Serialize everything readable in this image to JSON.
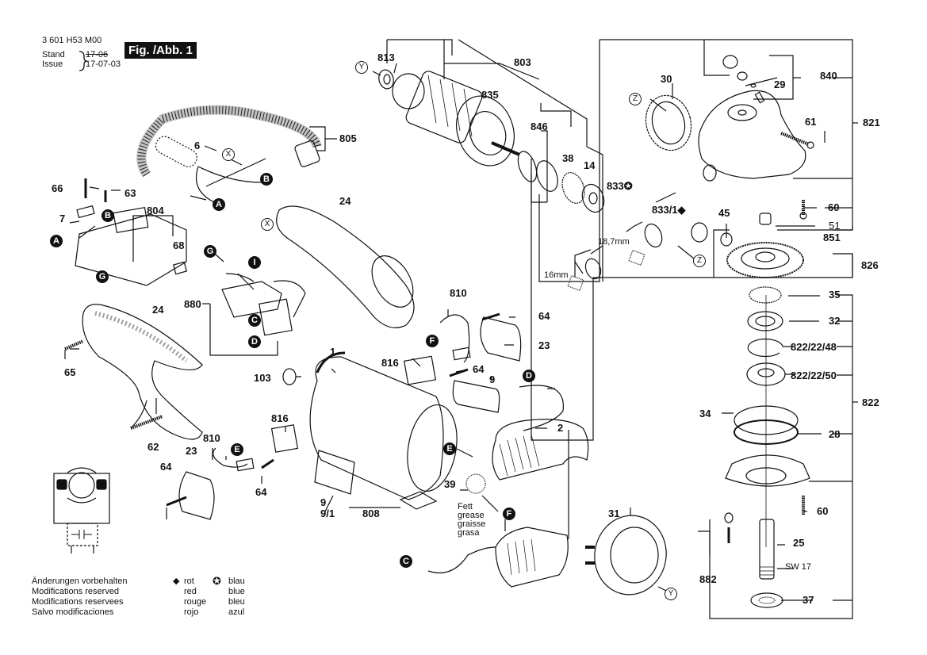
{
  "header": {
    "part_number": "3 601 H53 M00",
    "stand_label": "Stand",
    "issue_label": "Issue",
    "old_date": "17-06",
    "issue_date": "17-07-03",
    "figure_label": "Fig. /Abb. 1"
  },
  "labels": {
    "p813": "813",
    "p803": "803",
    "p835": "835",
    "p846": "846",
    "p38": "38",
    "p14": "14",
    "p833": "833",
    "p833_1": "833/1",
    "p18_7": "18,7mm",
    "p16mm": "16mm",
    "p30": "30",
    "p840": "840",
    "p29": "29",
    "p61": "61",
    "p821": "821",
    "p60a": "60",
    "p51": "51",
    "p851": "851",
    "p45": "45",
    "p826": "826",
    "p35": "35",
    "p32": "32",
    "p822_22_48": "822/22/48",
    "p822_22_50": "822/22/50",
    "p822": "822",
    "p34": "34",
    "p28": "28",
    "p60b": "60",
    "p25": "25",
    "sw17": "SW 17",
    "p882": "882",
    "p37": "37",
    "p805": "805",
    "p6": "6",
    "p66": "66",
    "p63": "63",
    "p7": "7",
    "p804": "804",
    "p68": "68",
    "p24a": "24",
    "p24b": "24",
    "p880": "880",
    "p65": "65",
    "p62": "62",
    "p810a": "810",
    "p64a": "64",
    "p23a": "23",
    "p816a": "816",
    "p64b": "64",
    "p1": "1",
    "p103": "103",
    "p9a": "9",
    "p816b": "816",
    "p810b": "810",
    "p23b": "23",
    "p64c": "64",
    "p64d": "64",
    "p9b": "9",
    "p9_1": "9/1",
    "p808": "808",
    "p39": "39",
    "p2": "2",
    "p31": "31"
  },
  "grease_note": [
    "Fett",
    "grease",
    "graisse",
    "grasa"
  ],
  "connectors": {
    "A": "A",
    "B": "B",
    "C": "C",
    "D": "D",
    "E": "E",
    "F": "F",
    "G": "G",
    "I": "I",
    "X": "X",
    "Y": "Y",
    "Z": "Z"
  },
  "legend": {
    "modifications": [
      "Änderungen vorbehalten",
      "Modifications reserved",
      "Modifications reservees",
      "Salvo modificaciones"
    ],
    "diamond_symbol": "◆",
    "diamond_color": [
      "rot",
      "red",
      "rouge",
      "rojo"
    ],
    "star_symbol": "✪",
    "star_color": [
      "blau",
      "blue",
      "bleu",
      "azul"
    ]
  }
}
